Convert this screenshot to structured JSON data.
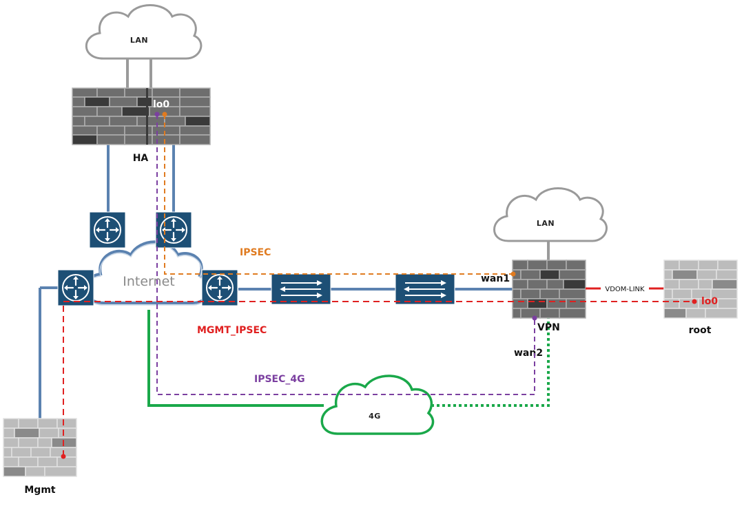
{
  "diagram": {
    "clouds": {
      "lan_top": "LAN",
      "lan_right": "LAN",
      "internet": "Internet",
      "cloud_4g": "4G"
    },
    "devices": {
      "ha": "HA",
      "vpn": "VPN",
      "root": "root",
      "mgmt": "Mgmt"
    },
    "interfaces": {
      "ha_lo0": "lo0",
      "vpn_wan1": "wan1",
      "vpn_wan2": "wan2",
      "root_lo0": "lo0"
    },
    "links": {
      "vdom_link": "VDOM-LINK"
    },
    "tunnels": {
      "ipsec": {
        "label": "IPSEC",
        "color": "#e07b20"
      },
      "mgmt_ipsec": {
        "label": "MGMT_IPSEC",
        "color": "#e02020"
      },
      "ipsec_4g": {
        "label": "IPSEC_4G",
        "color": "#7b3fa0"
      }
    },
    "colors": {
      "physical_link": "#5b82b0",
      "link_4g": "#1aa84a",
      "router_fill": "#1d4f75",
      "firewall_dark": "#5a5a5a",
      "firewall_light": "#b5b5b5"
    }
  }
}
